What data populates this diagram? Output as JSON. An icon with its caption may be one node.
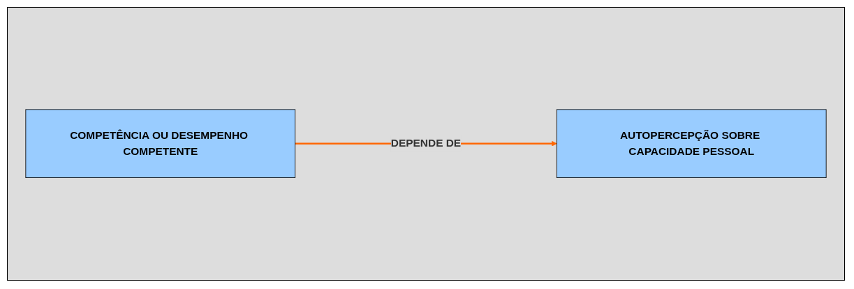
{
  "diagram": {
    "nodes": [
      {
        "text": [
          "COMPETÊNCIA OU DESEMPENHO COMPETENTE"
        ]
      },
      {
        "text": [
          "AUTOPERCEPÇÃO SOBRE CAPACIDADE PESSOAL"
        ]
      }
    ],
    "edges": [
      {
        "from": 0,
        "to": 1,
        "arrow": "to",
        "label": "DEPENDE DE",
        "color": "#ff6600"
      }
    ]
  }
}
